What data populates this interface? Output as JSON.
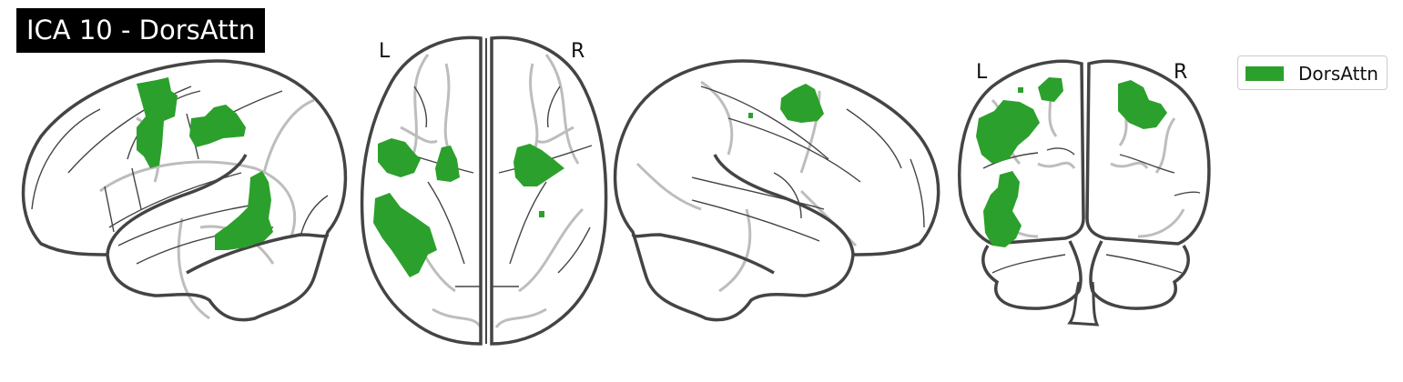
{
  "title": "ICA 10 - DorsAttn",
  "axial_view": {
    "left_label": "L",
    "right_label": "R"
  },
  "coronal_view": {
    "left_label": "L",
    "right_label": "R"
  },
  "legend": {
    "label": "DorsAttn",
    "color": "#2ca02c"
  },
  "colors": {
    "outline": "#444444",
    "sulci": "#bdbdbd",
    "activation": "#2ca02c"
  }
}
